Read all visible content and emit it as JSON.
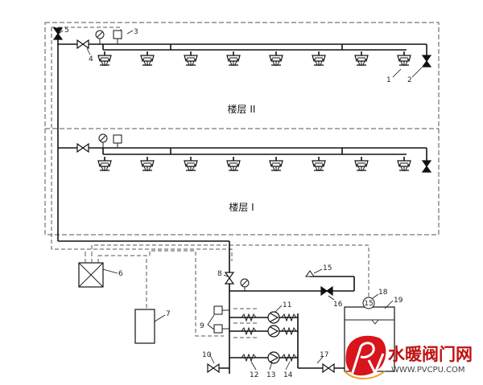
{
  "floors": {
    "upper": "楼层 II",
    "lower": "楼层 I"
  },
  "labels": [
    "1",
    "2",
    "3",
    "4",
    "5",
    "6",
    "7",
    "8",
    "9",
    "10",
    "11",
    "12",
    "13",
    "14",
    "15",
    "16",
    "17",
    "18",
    "19"
  ],
  "watermark": {
    "text": "水暖阀门网",
    "url": "WWW.PVCPU.COM",
    "logo_letters": "Pv"
  },
  "colors": {
    "line": "#111111",
    "dashed": "#555555",
    "watermark_red": "#c01010"
  }
}
